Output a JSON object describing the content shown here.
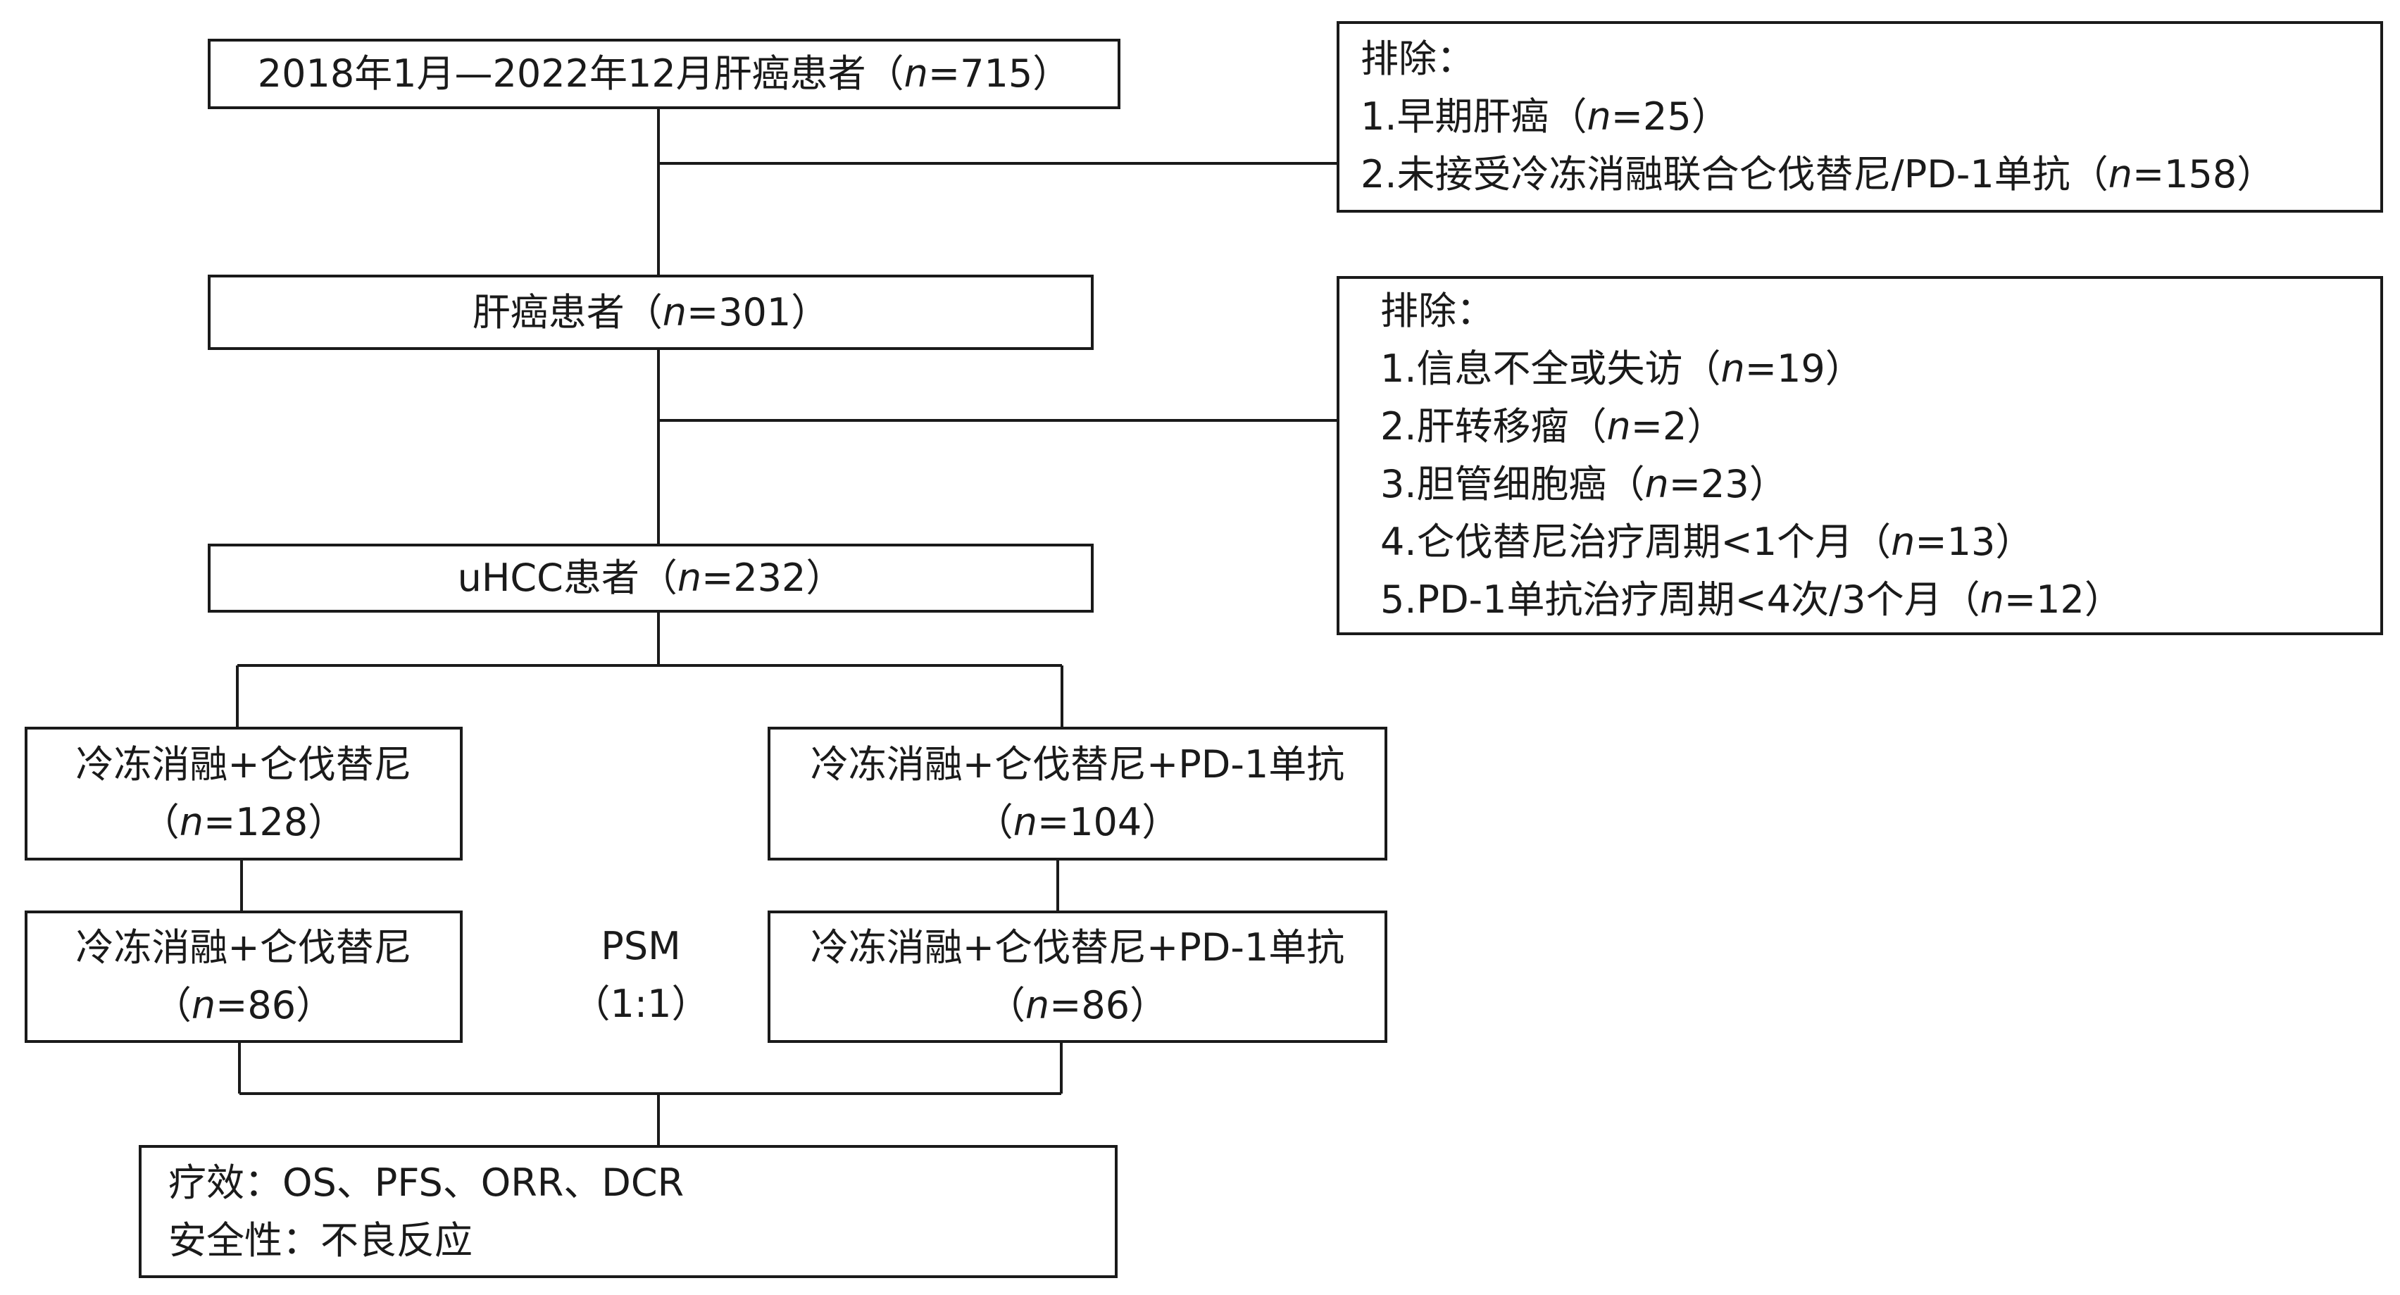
{
  "top_box": {
    "pre": "2018年1月—2022年12月肝癌患者（",
    "n": "n",
    "post": "=715）"
  },
  "exclude1": {
    "title": "排除：",
    "items": [
      {
        "pre": "1.早期肝癌（",
        "n": "n",
        "post": "=25）"
      },
      {
        "pre": "2.未接受冷冻消融联合仑伐替尼/PD-1单抗（",
        "n": "n",
        "post": "=158）"
      }
    ]
  },
  "mid_box": {
    "pre": "肝癌患者（",
    "n": "n",
    "post": "=301）"
  },
  "exclude2": {
    "title": "排除：",
    "items": [
      {
        "pre": "1.信息不全或失访（",
        "n": "n",
        "post": "=19）"
      },
      {
        "pre": "2.肝转移瘤（",
        "n": "n",
        "post": "=2）"
      },
      {
        "pre": "3.胆管细胞癌（",
        "n": "n",
        "post": "=23）"
      },
      {
        "pre": "4.仑伐替尼治疗周期<1个月（",
        "n": "n",
        "post": "=13）"
      },
      {
        "pre": "5.PD-1单抗治疗周期<4次/3个月（",
        "n": "n",
        "post": "=12）"
      }
    ]
  },
  "uhcc_box": {
    "pre": "uHCC患者（",
    "n": "n",
    "post": "=232）"
  },
  "group_a": {
    "label": "冷冻消融+仑伐替尼",
    "pre": "（",
    "n": "n",
    "post": "=128）"
  },
  "group_b": {
    "label": "冷冻消融+仑伐替尼+PD-1单抗",
    "pre": "（",
    "n": "n",
    "post": "=104）"
  },
  "matched_a": {
    "label": "冷冻消融+仑伐替尼",
    "pre": "（",
    "n": "n",
    "post": "=86）"
  },
  "matched_b": {
    "label": "冷冻消融+仑伐替尼+PD-1单抗",
    "pre": "（",
    "n": "n",
    "post": "=86）"
  },
  "psm": {
    "line1": "PSM",
    "line2": "（1:1）"
  },
  "outcome": {
    "line1": "疗效：OS、PFS、ORR、DCR",
    "line2": "安全性：不良反应"
  }
}
